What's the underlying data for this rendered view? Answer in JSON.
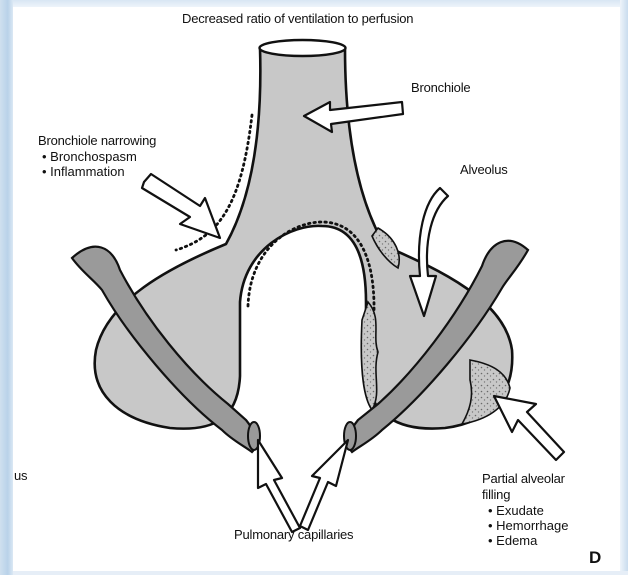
{
  "header": {
    "title": "Decreased ratio of ventilation to perfusion"
  },
  "labels": {
    "bronchiole": "Bronchiole",
    "alveolus": "Alveolus",
    "narrowing_title": "Bronchiole narrowing",
    "narrowing_items": [
      "Bronchospasm",
      "Inflammation"
    ],
    "capillaries": "Pulmonary capillaries",
    "filling_title_line1": "Partial alveolar",
    "filling_title_line2": "filling",
    "filling_items": [
      "Exudate",
      "Hemorrhage",
      "Edema"
    ],
    "panel_letter": "D",
    "cut_fragment": "us"
  },
  "colors": {
    "tissue": "#c8c8c8",
    "vessel": "#9a9a9a",
    "outline": "#111111",
    "frame_blue": "#bcd3e9"
  }
}
